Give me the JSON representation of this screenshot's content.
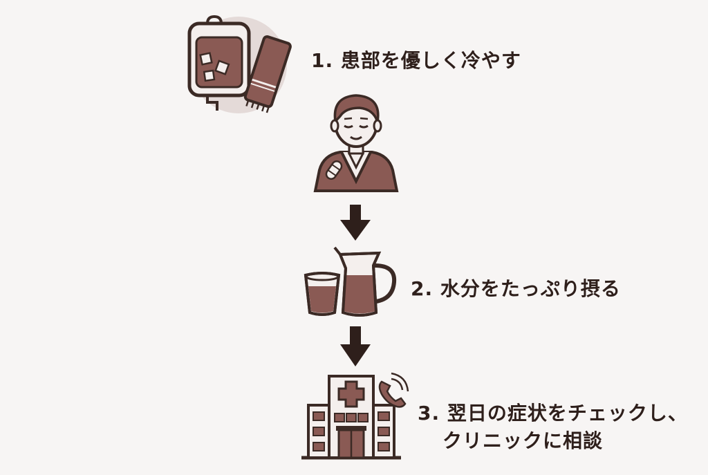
{
  "colors": {
    "outline": "#3b2a25",
    "fill_dark": "#8a5a54",
    "fill_light": "#e4dad8",
    "skin": "#f4efed",
    "background": "#f7f5f4"
  },
  "steps": [
    {
      "label": "1. 患部を優しく冷やす",
      "icon": "ice-pack-and-towel-icon"
    },
    {
      "label": "2. 水分をたっぷり摂る",
      "icon": "glass-and-pitcher-icon"
    },
    {
      "label_line1": "3. 翌日の症状をチェックし、",
      "label_line2": "クリニックに相談",
      "icon": "clinic-building-icon"
    }
  ],
  "person_icon": "injured-person-icon",
  "arrow_icon": "down-arrow-icon"
}
